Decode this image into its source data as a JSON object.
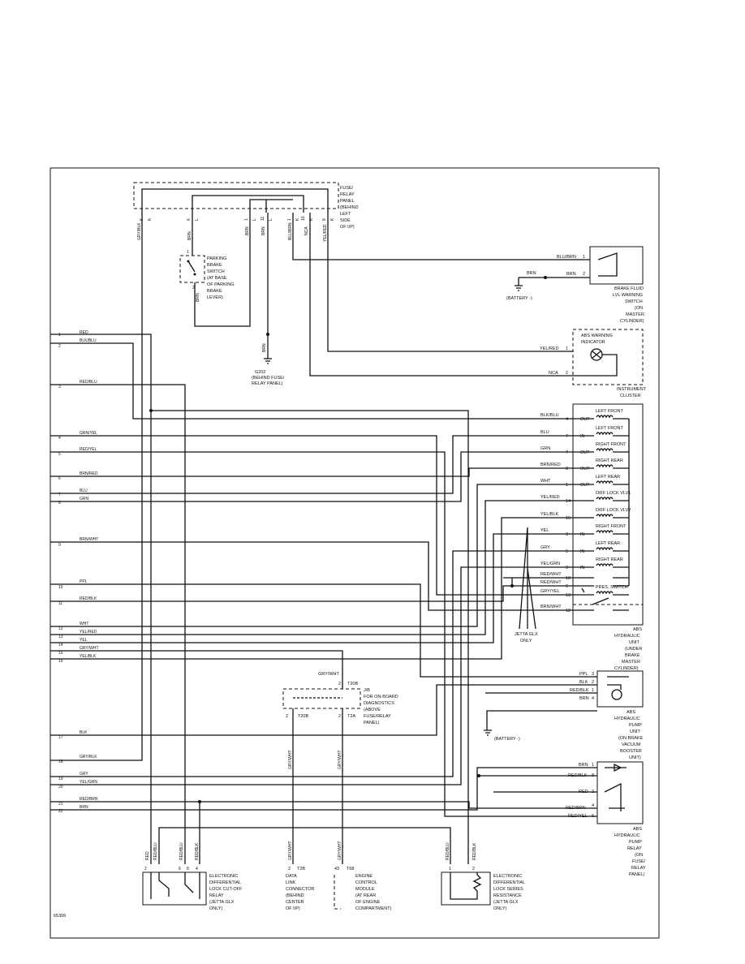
{
  "figure_code": "65306",
  "fuse_panel": {
    "label_lines": [
      "FUSE/",
      "RELAY",
      "PANEL",
      "(BEHIND",
      "LEFT",
      "SIDE",
      "OF I/P)"
    ],
    "pins": [
      "K",
      "K",
      "6",
      "L",
      "1",
      "L",
      "11",
      "L",
      "1",
      "K",
      "10",
      "K",
      "8",
      "K"
    ],
    "wires": [
      "GRY/BLK",
      "BRN",
      "BRN",
      "BRN",
      "BLU/BRN",
      "NCA",
      "YEL/RED"
    ]
  },
  "parking_brake_switch": {
    "label_lines": [
      "PARKING",
      "BRAKE",
      "SWITCH",
      "(AT BASE",
      "OF PARKING",
      "BRAKE",
      "LEVER)"
    ],
    "pins": [
      "1",
      "2"
    ],
    "wire": "BRN"
  },
  "ground_g202": {
    "wire": "BRN",
    "label_lines": [
      "G202",
      "(BEHIND FUSE/",
      "RELAY PANEL)"
    ]
  },
  "brake_fluid_switch": {
    "label_lines": [
      "BRAKE FLUID",
      "LVL WARNING",
      "SWITCH",
      "(ON",
      "MASTER",
      "CYLINDER)"
    ],
    "wires": [
      {
        "name": "BLU/BRN",
        "pin": "1"
      },
      {
        "name": "BRN",
        "pin": "2"
      }
    ],
    "ground_wire": "BRN",
    "battery_label": "(BATTERY -)"
  },
  "instrument_cluster": {
    "indicator_lines": [
      "ABS WARNING",
      "INDICATOR"
    ],
    "label_lines": [
      "INSTRUMENT",
      "CLUSTER"
    ],
    "wires": [
      {
        "name": "YEL/RED",
        "pin": "1"
      },
      {
        "name": "NCA",
        "pin": "2"
      }
    ]
  },
  "left_connector": [
    {
      "num": "1",
      "wire": "RED"
    },
    {
      "num": "2",
      "wire": "BLK/BLU"
    },
    {
      "num": "3",
      "wire": "RED/BLU"
    },
    {
      "num": "4",
      "wire": "GRN/YEL"
    },
    {
      "num": "5",
      "wire": "RED/YEL"
    },
    {
      "num": "6",
      "wire": "BRN/RED"
    },
    {
      "num": "7",
      "wire": "BLU"
    },
    {
      "num": "8",
      "wire": "GRN"
    },
    {
      "num": "9",
      "wire": "BRN/WHT"
    },
    {
      "num": "10",
      "wire": "PPL"
    },
    {
      "num": "11",
      "wire": "RED/BLK"
    },
    {
      "num": "12",
      "wire": "WHT"
    },
    {
      "num": "13",
      "wire": "YEL/RED"
    },
    {
      "num": "14",
      "wire": "YEL"
    },
    {
      "num": "15",
      "wire": "GRY/WHT"
    },
    {
      "num": "16",
      "wire": "YEL/BLK"
    },
    {
      "num": "17",
      "wire": "BLK"
    },
    {
      "num": "18",
      "wire": "GRY/BLK"
    },
    {
      "num": "19",
      "wire": "GRY"
    },
    {
      "num": "20",
      "wire": "YEL/GRN"
    },
    {
      "num": "21",
      "wire": "RED/BRN"
    },
    {
      "num": "22",
      "wire": "BRN"
    }
  ],
  "hydraulic_unit": {
    "label_lines": [
      "ABS",
      "HYDRAULIC",
      "UNIT",
      "(UNDER",
      "BRAKE",
      "MASTER",
      "CYLINDER)"
    ],
    "rows": [
      {
        "wire": "BLK/BLU",
        "pin": "4",
        "dir": "OUT",
        "valve": "LEFT FRONT"
      },
      {
        "wire": "BLU",
        "pin": "7",
        "dir": "IN",
        "valve": "LEFT FRONT"
      },
      {
        "wire": "GRN",
        "pin": "7",
        "dir": "OUT",
        "valve": "RIGHT FRONT"
      },
      {
        "wire": "BRN/RED",
        "pin": "8",
        "dir": "OUT",
        "valve": "RIGHT REAR"
      },
      {
        "wire": "WHT",
        "pin": "1",
        "dir": "OUT",
        "valve": "LEFT REAR"
      },
      {
        "wire": "YEL/RED",
        "pin": "14",
        "dir": "",
        "valve": "DIFF LOCK VLV1"
      },
      {
        "wire": "YEL/BLK",
        "pin": "15",
        "dir": "",
        "valve": "DIFF LOCK VLV2"
      },
      {
        "wire": "YEL",
        "pin": "3",
        "dir": "IN",
        "valve": "RIGHT FRONT"
      },
      {
        "wire": "GRY",
        "pin": "5",
        "dir": "IN",
        "valve": "LEFT REAR"
      },
      {
        "wire": "YEL/GRN",
        "pin": "9",
        "dir": "IN",
        "valve": "RIGHT REAR"
      },
      {
        "wire": "RED/WHT",
        "pin": "10",
        "dir": "",
        "valve": ""
      },
      {
        "wire": "RED/WHT",
        "pin": "6",
        "dir": "",
        "valve": ""
      },
      {
        "wire": "GRY/YEL",
        "pin": "13",
        "dir": "",
        "valve": "PRES. SWITCH"
      },
      {
        "wire": "BRN/WHT",
        "pin": "12",
        "dir": "",
        "valve": ""
      }
    ],
    "jetta_note_lines": [
      "JETTA GLX",
      "ONLY"
    ]
  },
  "pump_unit": {
    "label_lines": [
      "ABS",
      "HYDRAULIC",
      "PUMP",
      "UNIT",
      "(ON BRAKE",
      "VACUUM",
      "BOOSTER",
      "UNIT)"
    ],
    "wires": [
      {
        "name": "PPL",
        "pin": "3"
      },
      {
        "name": "BLK",
        "pin": "2"
      },
      {
        "name": "RED/BLK",
        "pin": "1"
      },
      {
        "name": "BRN",
        "pin": "4"
      }
    ],
    "battery_label": "(BATTERY -)"
  },
  "pump_relay": {
    "label_lines": [
      "ABS",
      "HYDRAULIC",
      "PUMP",
      "RELAY",
      "(ON",
      "FUSE/",
      "RELAY",
      "PANEL)"
    ],
    "wires": [
      {
        "name": "BRN",
        "pin": "1"
      },
      {
        "name": "RED/BLK",
        "pin": "8"
      },
      {
        "name": "RED",
        "pin": "2"
      },
      {
        "name": "RED/BRN",
        "pin": "4"
      },
      {
        "name": "RED/YEL",
        "pin": "6"
      }
    ]
  },
  "jb": {
    "label_lines": [
      "J/B",
      "FOR ON-BOARD",
      "DIAGNOSTICS",
      "(ABOVE",
      "FUSE/RELAY",
      "PANEL)"
    ],
    "top_wire": "GRY/WHT",
    "top_pin": "2",
    "top_conn": "T20B",
    "left_pin": "2",
    "left_conn": "T20B",
    "right_pin": "2",
    "right_conn": "T2A"
  },
  "bottom": {
    "lock_cutoff_relay": {
      "label_lines": [
        "ELECTRONIC",
        "DIFFERENTIAL",
        "LOCK CUT-OFF",
        "RELAY",
        "(JETTA GLX",
        "ONLY)"
      ],
      "wires": [
        "RED",
        "RED/BLU",
        "RED/BLU",
        "RED/BLK"
      ],
      "pins": [
        "2",
        "6",
        "8",
        "4"
      ]
    },
    "data_link": {
      "label_lines": [
        "DATA",
        "LINK",
        "CONNECTOR",
        "(BEHIND",
        "CENTER",
        "OF I/P)"
      ],
      "wire": "GRY/WHT",
      "pin": "2",
      "conn": "T2B"
    },
    "ecm": {
      "label_lines": [
        "ENGINE",
        "CONTROL",
        "MODULE",
        "(AT REAR",
        "OF ENGINE",
        "COMPARTMENT)"
      ],
      "wire": "GRY/WHT",
      "pin": "43",
      "conn": "T68"
    },
    "lock_resistance": {
      "label_lines": [
        "ELECTRONIC",
        "DIFFERENTIAL",
        "LOCK SERIES",
        "RESISTANCE",
        "(JETTA GLX",
        "ONLY)"
      ],
      "wires": [
        "RED/BLU",
        "RED/BLK"
      ],
      "pins": [
        "1",
        "2"
      ]
    }
  }
}
